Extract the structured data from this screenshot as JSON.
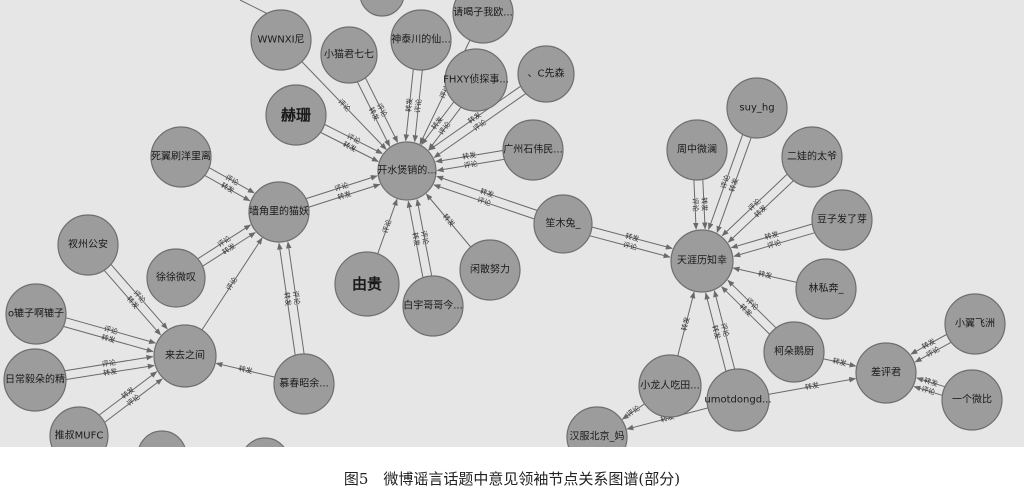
{
  "caption": "图5　微博谣言话题中意见领袖节点关系图谱(部分)",
  "edge_labels": {
    "comment": "评论",
    "repost": "转发"
  },
  "nodes": [
    {
      "id": "kaishui",
      "label": "开水煲销的..."
    },
    {
      "id": "hesha",
      "label": "赫珊"
    },
    {
      "id": "wwnxi",
      "label": "WWNXI尼"
    },
    {
      "id": "xiaomao",
      "label": "小猫君七七"
    },
    {
      "id": "shenzhou",
      "label": "神泰川的仙..."
    },
    {
      "id": "qingwo",
      "label": "请喝子我欧..."
    },
    {
      "id": "fhxy",
      "label": "FHXY侦探事..."
    },
    {
      "id": "cxiansen",
      "label": "、C先森"
    },
    {
      "id": "guangzhou",
      "label": "广州石伟民..."
    },
    {
      "id": "siyi",
      "label": "死翼刷洋里离"
    },
    {
      "id": "qiangjiao",
      "label": "墙角里的猫妖"
    },
    {
      "id": "youguai",
      "label": "由贵"
    },
    {
      "id": "baiyu",
      "label": "白宇哥哥今..."
    },
    {
      "id": "xianshan",
      "label": "闲散努力"
    },
    {
      "id": "shanmu",
      "label": "笙木兔_"
    },
    {
      "id": "xuxu",
      "label": "徐徐微叹"
    },
    {
      "id": "jizhou",
      "label": "衩州公安"
    },
    {
      "id": "laiqu",
      "label": "来去之间"
    },
    {
      "id": "okuzi",
      "label": "o辘子啊辘子"
    },
    {
      "id": "richang",
      "label": "日常毅朵的精"
    },
    {
      "id": "tuijiu",
      "label": "推叔MUFC"
    },
    {
      "id": "muchun",
      "label": "慕春昭余..."
    },
    {
      "id": "tianya",
      "label": "天涯历知幸"
    },
    {
      "id": "suyhg",
      "label": "suy_hg"
    },
    {
      "id": "zhouzhong",
      "label": "周中微澜"
    },
    {
      "id": "erwa",
      "label": "二娃的太爷"
    },
    {
      "id": "douzi",
      "label": "豆子发了芽"
    },
    {
      "id": "linsi",
      "label": "林私奔_"
    },
    {
      "id": "keduo",
      "label": "柯朵鹅厨"
    },
    {
      "id": "xiaolong",
      "label": "小龙人吃田..."
    },
    {
      "id": "umotdong",
      "label": "umotdongd..."
    },
    {
      "id": "chaping",
      "label": "差评君"
    },
    {
      "id": "xiaoyi",
      "label": "小翼飞洲"
    },
    {
      "id": "yigeqibi",
      "label": "一个微比"
    },
    {
      "id": "hanfu",
      "label": "汉服北京_妈"
    }
  ]
}
